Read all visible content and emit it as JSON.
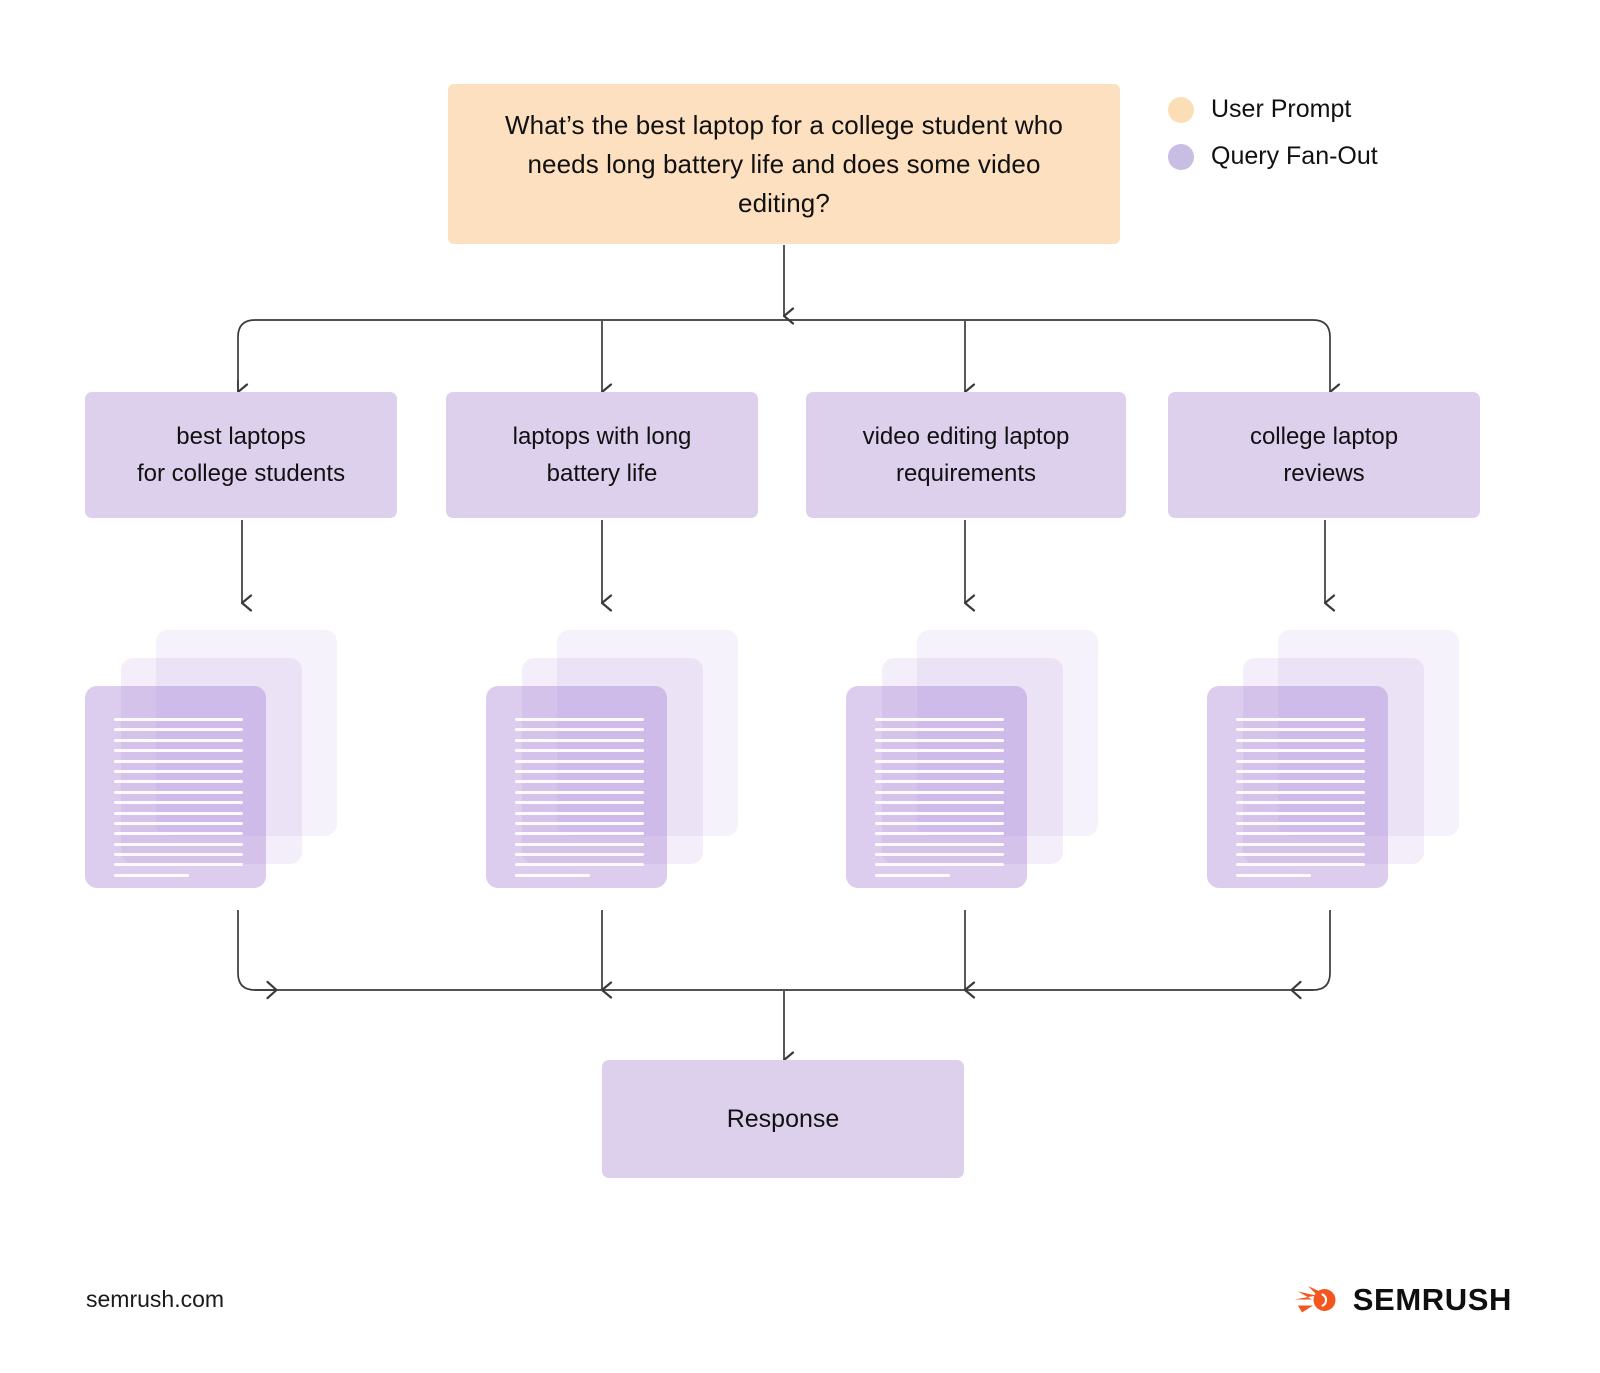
{
  "diagram": {
    "title": "Query Fan-Out flow",
    "colors": {
      "prompt_fill": "#FCE0C0",
      "query_fill": "#DDD0EC",
      "response_fill": "#DDD0EC",
      "connector_stroke": "#3a3a3a",
      "legend_user_dot": "#FBDEB5",
      "legend_fanout_dot": "#C8BDE3",
      "logo_orange": "#F4561F",
      "background": "#FFFFFF"
    }
  },
  "prompt": {
    "text": "What’s the best laptop for a college student who needs long battery life and does some video editing?"
  },
  "legend": {
    "items": [
      {
        "label": "User Prompt",
        "color": "#FBDEB5",
        "icon": "circle-icon"
      },
      {
        "label": "Query Fan-Out",
        "color": "#C8BDE3",
        "icon": "circle-icon"
      }
    ]
  },
  "queries": [
    {
      "line1": "best laptops",
      "line2": "for college students"
    },
    {
      "line1": "laptops with long",
      "line2": "battery life"
    },
    {
      "line1": "video editing laptop",
      "line2": "requirements"
    },
    {
      "line1": "college laptop",
      "line2": "reviews"
    }
  ],
  "documents": {
    "sheets_per_stack": 3,
    "text_lines_per_sheet": 16,
    "stack_count": 4
  },
  "response": {
    "label": "Response"
  },
  "footer": {
    "site": "semrush.com",
    "brand": "SEMRUSH",
    "logo_icon": "semrush-comet-icon"
  }
}
